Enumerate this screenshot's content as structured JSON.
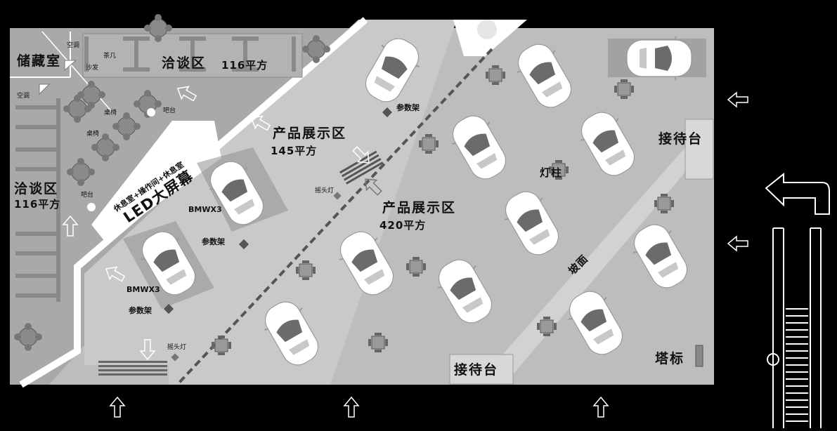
{
  "labels": {
    "storage_room": "储藏室",
    "ac_top": "空调",
    "ac_left": "空调",
    "sofa": "沙发",
    "tea_table": "茶几",
    "negotiation_top": "洽谈区",
    "negotiation_top_area": "116平方",
    "negotiation_left": "洽谈区",
    "negotiation_left_area": "116平方",
    "bar_top": "吧台",
    "bar_left": "吧台",
    "table_chair_1": "桌椅",
    "table_chair_2": "桌椅",
    "led_room": "休息室+操作间+休息室",
    "led_screen": "LED大屏幕",
    "bmw_1": "BMWX3",
    "bmw_2": "BMWX3",
    "param_rack_1": "参数架",
    "param_rack_2": "参数架",
    "param_rack_3": "参数架",
    "display_small": "产品展示区",
    "display_small_area": "145平方",
    "display_large": "产品展示区",
    "display_large_area": "420平方",
    "swing_light_1": "摇头灯",
    "swing_light_2": "摇头灯",
    "light_pillar": "灯柱",
    "reception_right": "接待台",
    "reception_bottom": "接待台",
    "ramp": "坡面",
    "tower_sign": "塔标"
  },
  "colors": {
    "background": "#000000",
    "floor_main": "#bdbdbd",
    "floor_left": "#a8a8a8",
    "led_wall": "#ffffff",
    "car": "#ffffff",
    "windshield": "#6b6b6b"
  }
}
